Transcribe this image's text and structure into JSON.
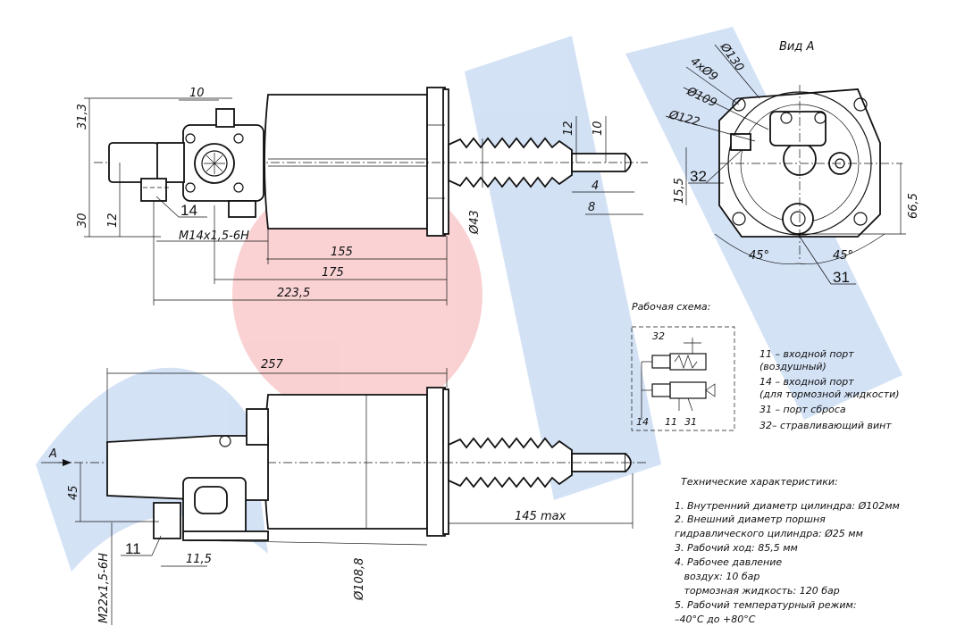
{
  "watermark": {
    "blue": "#3a7bd5",
    "red": "#e8343c"
  },
  "top_view": {
    "dims": {
      "d31_3": "31,3",
      "d10a": "10",
      "d30": "30",
      "d12a": "12",
      "d155": "155",
      "d175": "175",
      "d223_5": "223,5",
      "d12b": "12",
      "d10b": "10",
      "d4": "4",
      "d8": "8",
      "d43": "Ø43",
      "thread_m14": "M14x1,5-6H"
    },
    "port_14": "14"
  },
  "side_view": {
    "dims": {
      "d257": "257",
      "d45": "45",
      "d11_5": "11,5",
      "d145max": "145 max",
      "d108_8": "Ø108,8",
      "thread_m22": "M22x1,5-6H"
    },
    "view_arrow": "A",
    "port_11": "11"
  },
  "view_a": {
    "title": "Вид А",
    "dims": {
      "d130": "Ø130",
      "holes": "4xØ9",
      "d109": "Ø109",
      "d122": "Ø122",
      "d15_5": "15,5",
      "d66_5": "66,5",
      "a45l": "45°",
      "a45r": "45°"
    },
    "port_32": "32",
    "port_31": "31"
  },
  "scheme": {
    "title": "Рабочая схема:",
    "label_32": "32",
    "label_14": "14",
    "label_11": "11",
    "label_31": "31",
    "legend": [
      "11 – входной порт",
      "(воздушный)",
      "14 – входной порт",
      "(для тормозной жидкости)",
      "31 – порт сброса",
      "32– стравливающий винт"
    ]
  },
  "specs": {
    "title": "Технические характеристики:",
    "lines": [
      "1. Внутренний диаметр цилиндра: Ø102мм",
      "2. Внешний диаметр поршня",
      "гидравлического цилиндра: Ø25 мм",
      "3. Рабочий ход: 85,5 мм",
      "4. Рабочее давление",
      "   воздух: 10 бар",
      "   тормозная жидкость: 120 бар",
      "5. Рабочий температурный режим:",
      "–40°С до +80°С"
    ]
  }
}
